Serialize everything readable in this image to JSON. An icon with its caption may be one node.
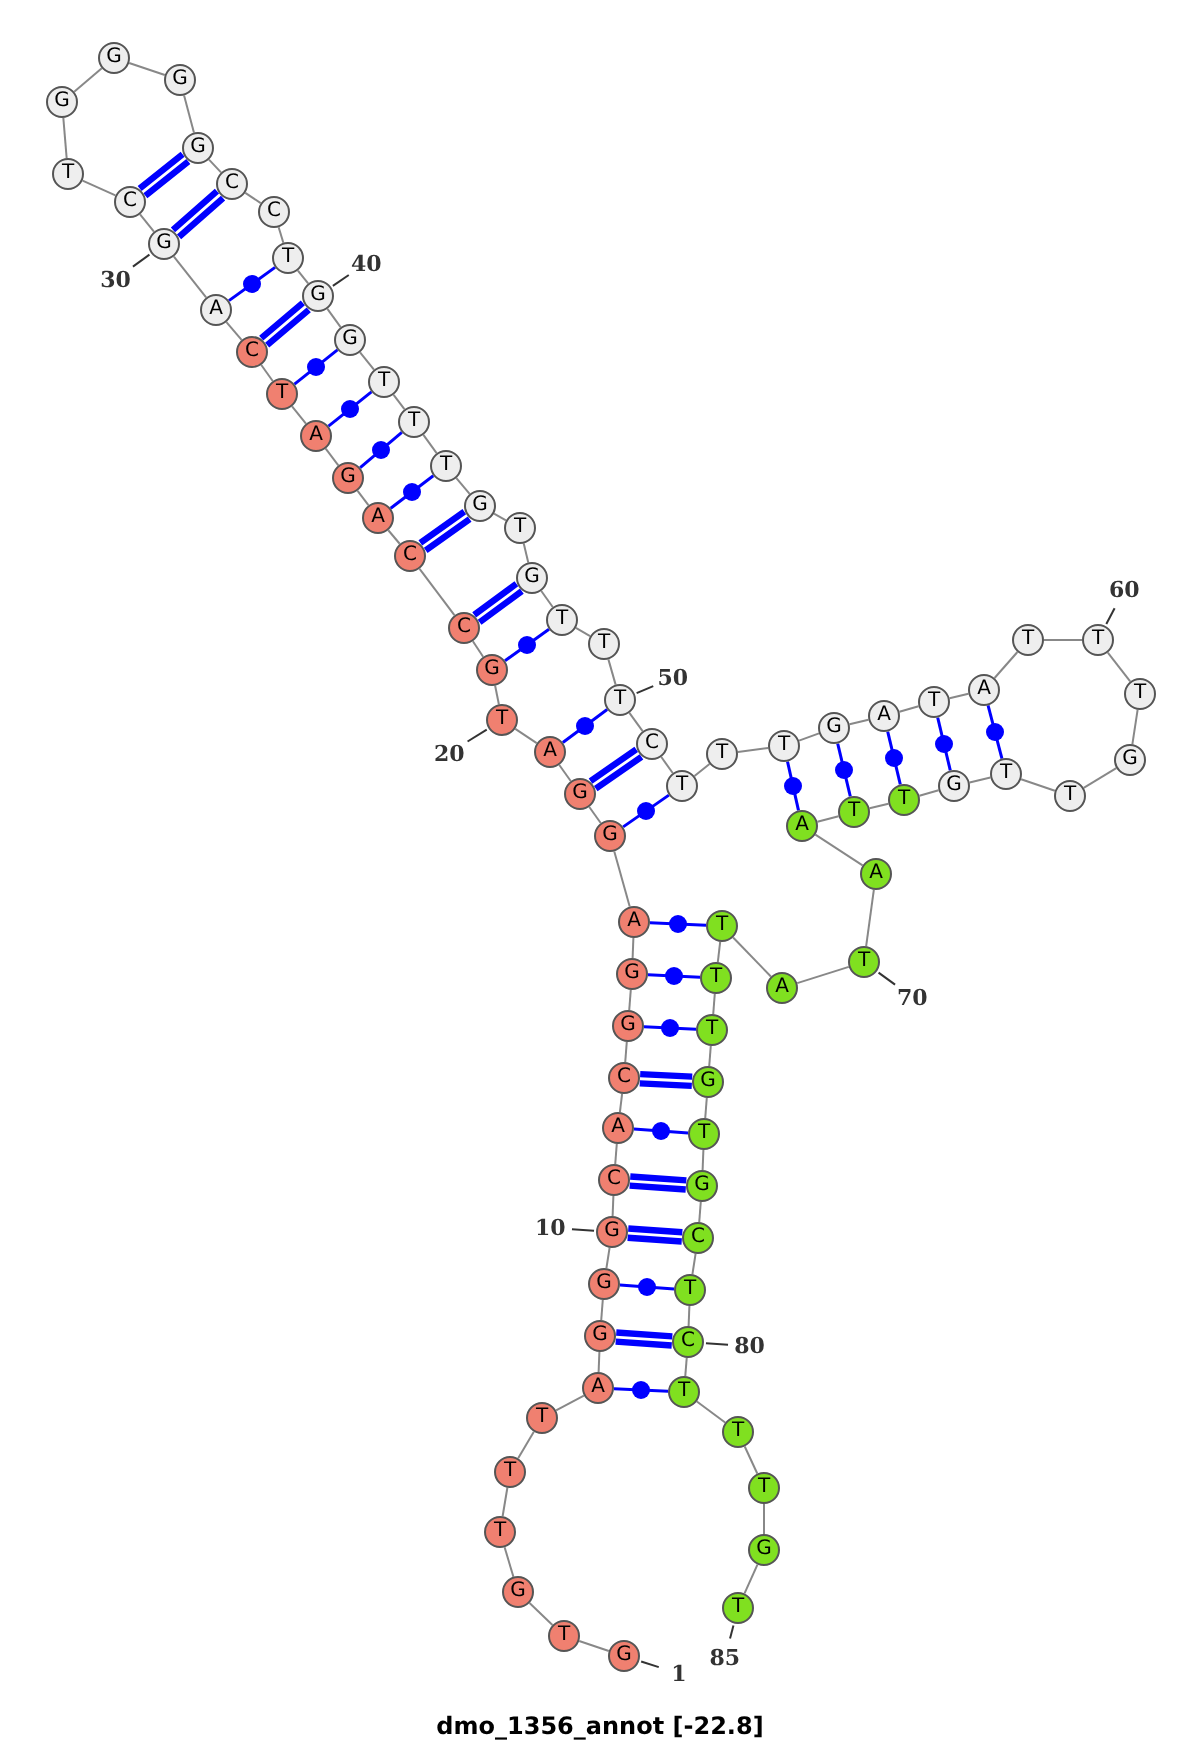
{
  "diagram": {
    "caption": "dmo_1356_annot [-22.8]",
    "nodes": [
      {
        "text": [
          "G"
        ],
        "beside": [
          "1"
        ]
      },
      {
        "text": [
          "T"
        ]
      },
      {
        "text": [
          "G"
        ]
      },
      {
        "text": [
          "T"
        ]
      },
      {
        "text": [
          "T"
        ]
      },
      {
        "text": [
          "T"
        ]
      },
      {
        "text": [
          "A"
        ]
      },
      {
        "text": [
          "G"
        ]
      },
      {
        "text": [
          "G"
        ]
      },
      {
        "text": [
          "G"
        ],
        "beside": [
          "10"
        ]
      },
      {
        "text": [
          "C"
        ]
      },
      {
        "text": [
          "A"
        ]
      },
      {
        "text": [
          "C"
        ]
      },
      {
        "text": [
          "G"
        ]
      },
      {
        "text": [
          "G"
        ]
      },
      {
        "text": [
          "A"
        ]
      },
      {
        "text": [
          "G"
        ]
      },
      {
        "text": [
          "G"
        ]
      },
      {
        "text": [
          "A"
        ]
      },
      {
        "text": [
          "T"
        ],
        "beside": [
          "20"
        ]
      },
      {
        "text": [
          "G"
        ]
      },
      {
        "text": [
          "C"
        ]
      },
      {
        "text": [
          "C"
        ]
      },
      {
        "text": [
          "A"
        ]
      },
      {
        "text": [
          "G"
        ]
      },
      {
        "text": [
          "A"
        ]
      },
      {
        "text": [
          "T"
        ]
      },
      {
        "text": [
          "C"
        ]
      },
      {
        "text": [
          "A"
        ]
      },
      {
        "text": [
          "G"
        ],
        "beside": [
          "30"
        ]
      },
      {
        "text": [
          "C"
        ]
      },
      {
        "text": [
          "T"
        ]
      },
      {
        "text": [
          "G"
        ]
      },
      {
        "text": [
          "G"
        ]
      },
      {
        "text": [
          "G"
        ]
      },
      {
        "text": [
          "G"
        ]
      },
      {
        "text": [
          "C"
        ]
      },
      {
        "text": [
          "C"
        ]
      },
      {
        "text": [
          "T"
        ]
      },
      {
        "text": [
          "G"
        ],
        "beside": [
          "40"
        ]
      },
      {
        "text": [
          "G"
        ]
      },
      {
        "text": [
          "T"
        ]
      },
      {
        "text": [
          "T"
        ]
      },
      {
        "text": [
          "T"
        ]
      },
      {
        "text": [
          "G"
        ]
      },
      {
        "text": [
          "T"
        ]
      },
      {
        "text": [
          "G"
        ]
      },
      {
        "text": [
          "T"
        ]
      },
      {
        "text": [
          "T"
        ]
      },
      {
        "text": [
          "T"
        ],
        "beside": [
          "50"
        ]
      },
      {
        "text": [
          "C"
        ]
      },
      {
        "text": [
          "T"
        ]
      },
      {
        "text": [
          "T"
        ]
      },
      {
        "text": [
          "T"
        ]
      },
      {
        "text": [
          "G"
        ]
      },
      {
        "text": [
          "A"
        ]
      },
      {
        "text": [
          "T"
        ]
      },
      {
        "text": [
          "A"
        ]
      },
      {
        "text": [
          "T"
        ]
      },
      {
        "text": [
          "T"
        ],
        "beside": [
          "60"
        ]
      },
      {
        "text": [
          "T"
        ]
      },
      {
        "text": [
          "G"
        ]
      },
      {
        "text": [
          "T"
        ]
      },
      {
        "text": [
          "T"
        ]
      },
      {
        "text": [
          "G"
        ]
      },
      {
        "text": [
          "T"
        ]
      },
      {
        "text": [
          "T"
        ]
      },
      {
        "text": [
          "A"
        ]
      },
      {
        "text": [
          "A"
        ]
      },
      {
        "text": [
          "T"
        ],
        "beside": [
          "70"
        ]
      },
      {
        "text": [
          "A"
        ]
      },
      {
        "text": [
          "T"
        ]
      },
      {
        "text": [
          "T"
        ]
      },
      {
        "text": [
          "T"
        ]
      },
      {
        "text": [
          "G"
        ]
      },
      {
        "text": [
          "T"
        ]
      },
      {
        "text": [
          "G"
        ]
      },
      {
        "text": [
          "C"
        ]
      },
      {
        "text": [
          "T"
        ]
      },
      {
        "text": [
          "C"
        ],
        "beside": [
          "80"
        ]
      },
      {
        "text": [
          "T"
        ]
      },
      {
        "text": [
          "T"
        ]
      },
      {
        "text": [
          "T"
        ]
      },
      {
        "text": [
          "G"
        ]
      },
      {
        "text": [
          "T"
        ],
        "beside": [
          "85"
        ]
      }
    ],
    "edges": [
      {
        "from": 0,
        "to": 1,
        "arrow": "none"
      },
      {
        "from": 1,
        "to": 2,
        "arrow": "none"
      },
      {
        "from": 2,
        "to": 3,
        "arrow": "none"
      },
      {
        "from": 3,
        "to": 4,
        "arrow": "none"
      },
      {
        "from": 4,
        "to": 5,
        "arrow": "none"
      },
      {
        "from": 5,
        "to": 6,
        "arrow": "none"
      },
      {
        "from": 6,
        "to": 7,
        "arrow": "none"
      },
      {
        "from": 7,
        "to": 8,
        "arrow": "none"
      },
      {
        "from": 8,
        "to": 9,
        "arrow": "none"
      },
      {
        "from": 9,
        "to": 10,
        "arrow": "none"
      },
      {
        "from": 10,
        "to": 11,
        "arrow": "none"
      },
      {
        "from": 11,
        "to": 12,
        "arrow": "none"
      },
      {
        "from": 12,
        "to": 13,
        "arrow": "none"
      },
      {
        "from": 13,
        "to": 14,
        "arrow": "none"
      },
      {
        "from": 14,
        "to": 15,
        "arrow": "none"
      },
      {
        "from": 15,
        "to": 16,
        "arrow": "none"
      },
      {
        "from": 16,
        "to": 17,
        "arrow": "none"
      },
      {
        "from": 17,
        "to": 18,
        "arrow": "none"
      },
      {
        "from": 18,
        "to": 19,
        "arrow": "none"
      },
      {
        "from": 19,
        "to": 20,
        "arrow": "none"
      },
      {
        "from": 20,
        "to": 21,
        "arrow": "none"
      },
      {
        "from": 21,
        "to": 22,
        "arrow": "none"
      },
      {
        "from": 22,
        "to": 23,
        "arrow": "none"
      },
      {
        "from": 23,
        "to": 24,
        "arrow": "none"
      },
      {
        "from": 24,
        "to": 25,
        "arrow": "none"
      },
      {
        "from": 25,
        "to": 26,
        "arrow": "none"
      },
      {
        "from": 26,
        "to": 27,
        "arrow": "none"
      },
      {
        "from": 27,
        "to": 28,
        "arrow": "none"
      },
      {
        "from": 28,
        "to": 29,
        "arrow": "none"
      },
      {
        "from": 29,
        "to": 30,
        "arrow": "none"
      },
      {
        "from": 30,
        "to": 31,
        "arrow": "none"
      },
      {
        "from": 31,
        "to": 32,
        "arrow": "none"
      },
      {
        "from": 32,
        "to": 33,
        "arrow": "none"
      },
      {
        "from": 33,
        "to": 34,
        "arrow": "none"
      },
      {
        "from": 34,
        "to": 35,
        "arrow": "none"
      },
      {
        "from": 35,
        "to": 36,
        "arrow": "none"
      },
      {
        "from": 36,
        "to": 37,
        "arrow": "none"
      },
      {
        "from": 37,
        "to": 38,
        "arrow": "none"
      },
      {
        "from": 38,
        "to": 39,
        "arrow": "none"
      },
      {
        "from": 39,
        "to": 40,
        "arrow": "none"
      },
      {
        "from": 40,
        "to": 41,
        "arrow": "none"
      },
      {
        "from": 41,
        "to": 42,
        "arrow": "none"
      },
      {
        "from": 42,
        "to": 43,
        "arrow": "none"
      },
      {
        "from": 43,
        "to": 44,
        "arrow": "none"
      },
      {
        "from": 44,
        "to": 45,
        "arrow": "none"
      },
      {
        "from": 45,
        "to": 46,
        "arrow": "none"
      },
      {
        "from": 46,
        "to": 47,
        "arrow": "none"
      },
      {
        "from": 47,
        "to": 48,
        "arrow": "none"
      },
      {
        "from": 48,
        "to": 49,
        "arrow": "none"
      },
      {
        "from": 49,
        "to": 50,
        "arrow": "none"
      },
      {
        "from": 50,
        "to": 51,
        "arrow": "none"
      },
      {
        "from": 51,
        "to": 52,
        "arrow": "none"
      },
      {
        "from": 52,
        "to": 53,
        "arrow": "none"
      },
      {
        "from": 53,
        "to": 54,
        "arrow": "none"
      },
      {
        "from": 54,
        "to": 55,
        "arrow": "none"
      },
      {
        "from": 55,
        "to": 56,
        "arrow": "none"
      },
      {
        "from": 56,
        "to": 57,
        "arrow": "none"
      },
      {
        "from": 57,
        "to": 58,
        "arrow": "none"
      },
      {
        "from": 58,
        "to": 59,
        "arrow": "none"
      },
      {
        "from": 59,
        "to": 60,
        "arrow": "none"
      },
      {
        "from": 60,
        "to": 61,
        "arrow": "none"
      },
      {
        "from": 61,
        "to": 62,
        "arrow": "none"
      },
      {
        "from": 62,
        "to": 63,
        "arrow": "none"
      },
      {
        "from": 63,
        "to": 64,
        "arrow": "none"
      },
      {
        "from": 64,
        "to": 65,
        "arrow": "none"
      },
      {
        "from": 65,
        "to": 66,
        "arrow": "none"
      },
      {
        "from": 66,
        "to": 67,
        "arrow": "none"
      },
      {
        "from": 67,
        "to": 68,
        "arrow": "none"
      },
      {
        "from": 68,
        "to": 69,
        "arrow": "none"
      },
      {
        "from": 69,
        "to": 70,
        "arrow": "none"
      },
      {
        "from": 70,
        "to": 71,
        "arrow": "none"
      },
      {
        "from": 71,
        "to": 72,
        "arrow": "none"
      },
      {
        "from": 72,
        "to": 73,
        "arrow": "none"
      },
      {
        "from": 73,
        "to": 74,
        "arrow": "none"
      },
      {
        "from": 74,
        "to": 75,
        "arrow": "none"
      },
      {
        "from": 75,
        "to": 76,
        "arrow": "none"
      },
      {
        "from": 76,
        "to": 77,
        "arrow": "none"
      },
      {
        "from": 77,
        "to": 78,
        "arrow": "none"
      },
      {
        "from": 78,
        "to": 79,
        "arrow": "none"
      },
      {
        "from": 79,
        "to": 80,
        "arrow": "none"
      },
      {
        "from": 80,
        "to": 81,
        "arrow": "none"
      },
      {
        "from": 81,
        "to": 82,
        "arrow": "none"
      },
      {
        "from": 82,
        "to": 83,
        "arrow": "none"
      },
      {
        "from": 83,
        "to": 84,
        "arrow": "none"
      },
      {
        "from": 6,
        "to": 80,
        "arrow": "none",
        "color": "#0000ff"
      },
      {
        "from": 7,
        "to": 79,
        "arrow": "none",
        "color": "#0000ff",
        "style": "thick"
      },
      {
        "from": 8,
        "to": 78,
        "arrow": "none",
        "color": "#0000ff"
      },
      {
        "from": 9,
        "to": 77,
        "arrow": "none",
        "color": "#0000ff",
        "style": "thick"
      },
      {
        "from": 10,
        "to": 76,
        "arrow": "none",
        "color": "#0000ff",
        "style": "thick"
      },
      {
        "from": 11,
        "to": 75,
        "arrow": "none",
        "color": "#0000ff"
      },
      {
        "from": 12,
        "to": 74,
        "arrow": "none",
        "color": "#0000ff",
        "style": "thick"
      },
      {
        "from": 13,
        "to": 73,
        "arrow": "none",
        "color": "#0000ff"
      },
      {
        "from": 14,
        "to": 72,
        "arrow": "none",
        "color": "#0000ff"
      },
      {
        "from": 15,
        "to": 71,
        "arrow": "none",
        "color": "#0000ff"
      },
      {
        "from": 16,
        "to": 51,
        "arrow": "none",
        "color": "#0000ff"
      },
      {
        "from": 17,
        "to": 50,
        "arrow": "none",
        "color": "#0000ff",
        "style": "thick"
      },
      {
        "from": 18,
        "to": 49,
        "arrow": "none",
        "color": "#0000ff"
      },
      {
        "from": 20,
        "to": 47,
        "arrow": "none",
        "color": "#0000ff"
      },
      {
        "from": 21,
        "to": 46,
        "arrow": "none",
        "color": "#0000ff",
        "style": "thick"
      },
      {
        "from": 22,
        "to": 44,
        "arrow": "none",
        "color": "#0000ff",
        "style": "thick"
      },
      {
        "from": 23,
        "to": 43,
        "arrow": "none",
        "color": "#0000ff"
      },
      {
        "from": 24,
        "to": 42,
        "arrow": "none",
        "color": "#0000ff"
      },
      {
        "from": 25,
        "to": 41,
        "arrow": "none",
        "color": "#0000ff"
      },
      {
        "from": 26,
        "to": 40,
        "arrow": "none",
        "color": "#0000ff"
      },
      {
        "from": 27,
        "to": 39,
        "arrow": "none",
        "color": "#0000ff",
        "style": "thick"
      },
      {
        "from": 28,
        "to": 38,
        "arrow": "none",
        "color": "#0000ff"
      },
      {
        "from": 29,
        "to": 36,
        "arrow": "none",
        "color": "#0000ff",
        "style": "thick"
      },
      {
        "from": 30,
        "to": 35,
        "arrow": "none",
        "color": "#0000ff",
        "style": "thick"
      },
      {
        "from": 53,
        "to": 67,
        "arrow": "none",
        "color": "#0000ff"
      },
      {
        "from": 54,
        "to": 66,
        "arrow": "none",
        "color": "#0000ff"
      },
      {
        "from": 55,
        "to": 65,
        "arrow": "none",
        "color": "#0000ff"
      },
      {
        "from": 56,
        "to": 64,
        "arrow": "none",
        "color": "#0000ff"
      },
      {
        "from": 57,
        "to": 63,
        "arrow": "none",
        "color": "#0000ff"
      }
    ]
  }
}
